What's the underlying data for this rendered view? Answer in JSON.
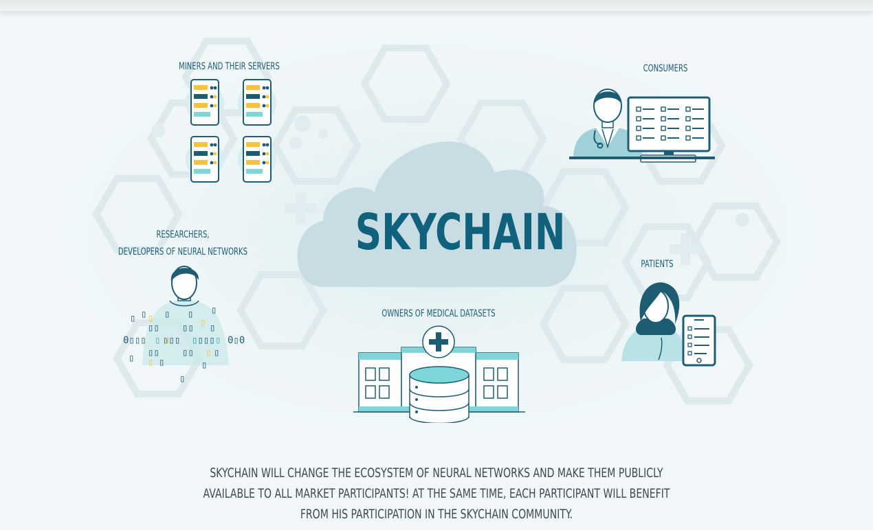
{
  "brand": "SKYCHAIN",
  "labels": {
    "miners": "MINERS AND THEIR SERVERS",
    "consumers": "CONSUMERS",
    "researchers_line1": "RESEARCHERS,",
    "researchers_line2": "DEVELOPERS OF NEURAL NETWORKS",
    "patients": "PATIENTS",
    "owners": "OWNERS OF MEDICAL DATASETS"
  },
  "footer": {
    "line1": "SKYCHAIN WILL CHANGE THE ECOSYSTEM OF NEURAL NETWORKS AND MAKE THEM PUBLICLY",
    "line2": "AVAILABLE TO ALL MARKET PARTICIPANTS! AT THE SAME TIME, EACH PARTICIPANT WILL BENEFIT",
    "line3": "FROM HIS PARTICIPATION IN THE SKYCHAIN COMMUNITY."
  },
  "colors": {
    "primary": "#10627c",
    "accent": "#7fd6d8",
    "highlight": "#f6c33b",
    "cloud": "#c9dde3",
    "background": "#f1f7f8"
  }
}
